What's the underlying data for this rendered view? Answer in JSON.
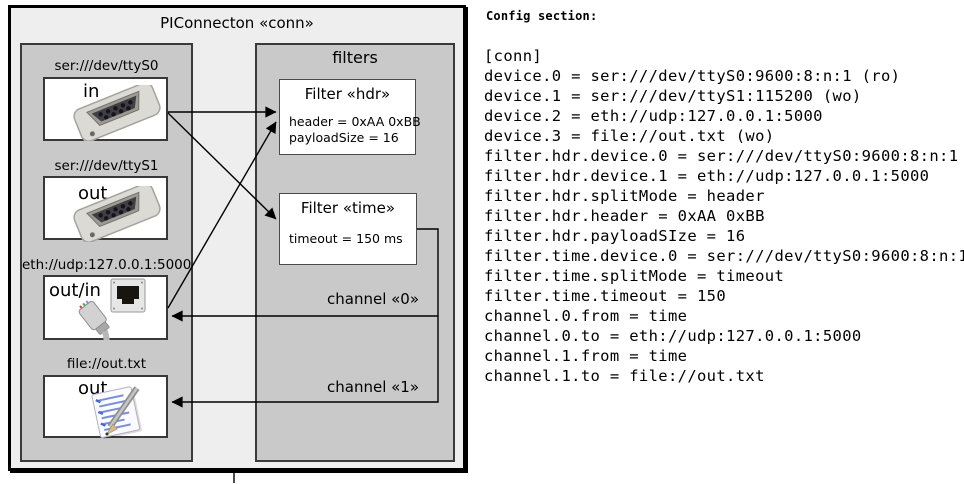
{
  "colors": {
    "outer_fill": "#eeeeee",
    "group_fill": "#c9c9c9",
    "device_box_fill": "#ffffff",
    "line": "#000000"
  },
  "diagram": {
    "title": "PIConnecton «conn»",
    "devices_group": {
      "devices": [
        {
          "label": "ser:///dev/ttyS0",
          "direction": "in",
          "icon": "serial-connector-icon"
        },
        {
          "label": "ser:///dev/ttyS1",
          "direction": "out",
          "icon": "serial-connector-icon"
        },
        {
          "label": "eth://udp:127.0.0.1:5000",
          "direction": "out/in",
          "icon": "ethernet-connector-icon"
        },
        {
          "label": "file://out.txt",
          "direction": "out",
          "icon": "notepad-icon"
        }
      ]
    },
    "filters_group": {
      "label": "filters",
      "filters": [
        {
          "title": "Filter «hdr»",
          "props": [
            "header = 0xAA 0xBB",
            "payloadSize = 16"
          ]
        },
        {
          "title": "Filter «time»",
          "props": [
            "timeout = 150 ms"
          ]
        }
      ]
    },
    "channels": [
      {
        "label": "channel «0»"
      },
      {
        "label": "channel «1»"
      }
    ]
  },
  "config": {
    "heading": "Config section:",
    "lines": [
      "[conn]",
      "device.0 = ser:///dev/ttyS0:9600:8:n:1 (ro)",
      "device.1 = ser:///dev/ttyS1:115200 (wo)",
      "device.2 = eth://udp:127.0.0.1:5000",
      "device.3 = file://out.txt (wo)",
      "filter.hdr.device.0 = ser:///dev/ttyS0:9600:8:n:1",
      "filter.hdr.device.1 = eth://udp:127.0.0.1:5000",
      "filter.hdr.splitMode = header",
      "filter.hdr.header = 0xAA 0xBB",
      "filter.hdr.payloadSIze = 16",
      "filter.time.device.0 = ser:///dev/ttyS0:9600:8:n:1",
      "filter.time.splitMode = timeout",
      "filter.time.timeout = 150",
      "channel.0.from = time",
      "channel.0.to = eth://udp:127.0.0.1:5000",
      "channel.1.from = time",
      "channel.1.to = file://out.txt"
    ]
  }
}
